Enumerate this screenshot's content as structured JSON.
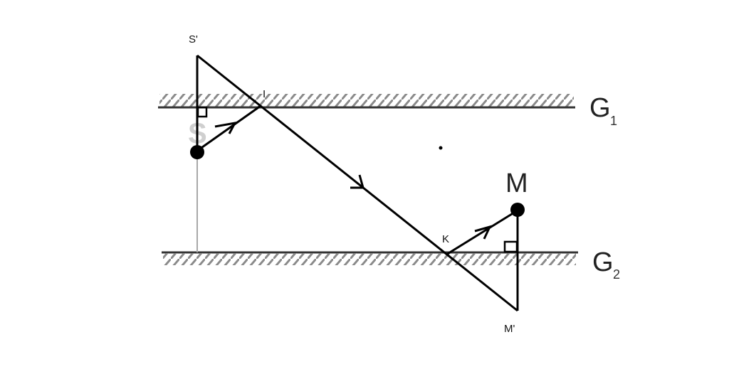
{
  "diagram": {
    "mirrors": {
      "g1": {
        "letter": "G",
        "sub": "1"
      },
      "g2": {
        "letter": "G",
        "sub": "2"
      }
    },
    "points": {
      "s_prime": "S'",
      "s": "S",
      "i": "I",
      "k": "K",
      "m": "M",
      "m_prime": "M'"
    },
    "colors": {
      "ray": "#000000",
      "mirror": "#333333",
      "hatch": "#8a8a8a",
      "guide": "#a8a8a8"
    }
  }
}
